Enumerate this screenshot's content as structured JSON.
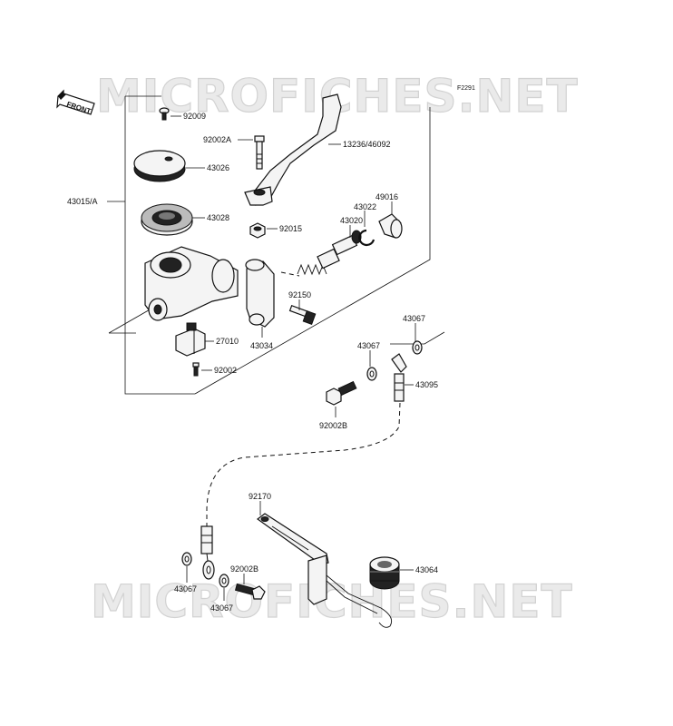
{
  "diagram": {
    "figure_code": "F2291",
    "watermark": "MICROFICHES.NET",
    "front_label": "FRONT",
    "parts": {
      "p92009": "92009",
      "p92002A": "92002A",
      "p13236": "13236/46092",
      "p43026": "43026",
      "p43015": "43015/A",
      "p43028": "43028",
      "p92015": "92015",
      "p43020": "43020",
      "p43022": "43022",
      "p49016": "49016",
      "p92150": "92150",
      "p43067a": "43067",
      "p43067b": "43067",
      "p27010": "27010",
      "p43034": "43034",
      "p92002": "92002",
      "p43095": "43095",
      "p92002B": "92002B",
      "p92170": "92170",
      "p43064": "43064",
      "p43067c": "43067",
      "p92002B2": "92002B",
      "p43067d": "43067"
    }
  }
}
